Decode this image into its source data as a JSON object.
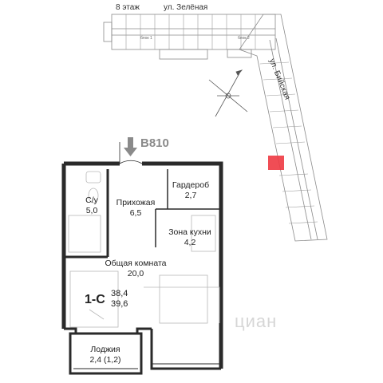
{
  "site_plan": {
    "floor_label": "8 этаж",
    "street_top": "ул. Зелёная",
    "street_side": "ул. Бийская",
    "block_labels": [
      "блок 1",
      "блок 2"
    ],
    "highlight_color": "#ee3a42"
  },
  "apartment": {
    "code": "В810",
    "entrance_icon": "arrow-down-icon",
    "type": "1-С",
    "area_total": "38,4",
    "area_with_loggia": "39,6",
    "rooms": [
      {
        "name": "С/у",
        "area": "5,0"
      },
      {
        "name": "Прихожая",
        "area": "6,5"
      },
      {
        "name": "Гардероб",
        "area": "2,7"
      },
      {
        "name": "Зона кухни",
        "area": "4,2"
      },
      {
        "name": "Общая комната",
        "area": "20,0"
      },
      {
        "name": "Лоджия",
        "area": "2,4 (1,2)"
      }
    ]
  },
  "watermark": "циан"
}
